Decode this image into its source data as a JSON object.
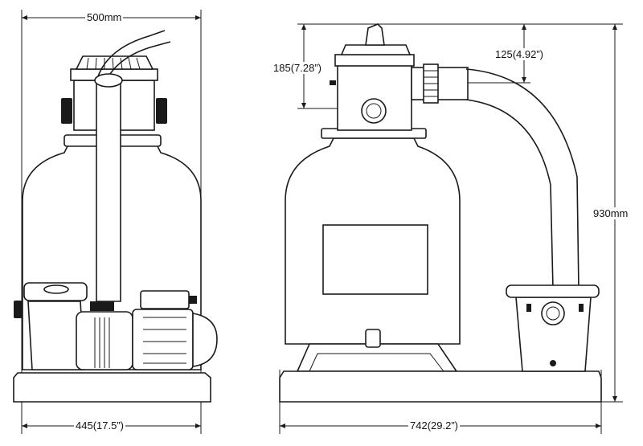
{
  "dimensions": {
    "left_width_top": "500mm",
    "left_width_bottom": "445(17.5”)",
    "valve_height": "185(7.28”)",
    "pipe_offset": "125(4.92”)",
    "total_height": "930mm",
    "total_width": "742(29.2”)"
  }
}
